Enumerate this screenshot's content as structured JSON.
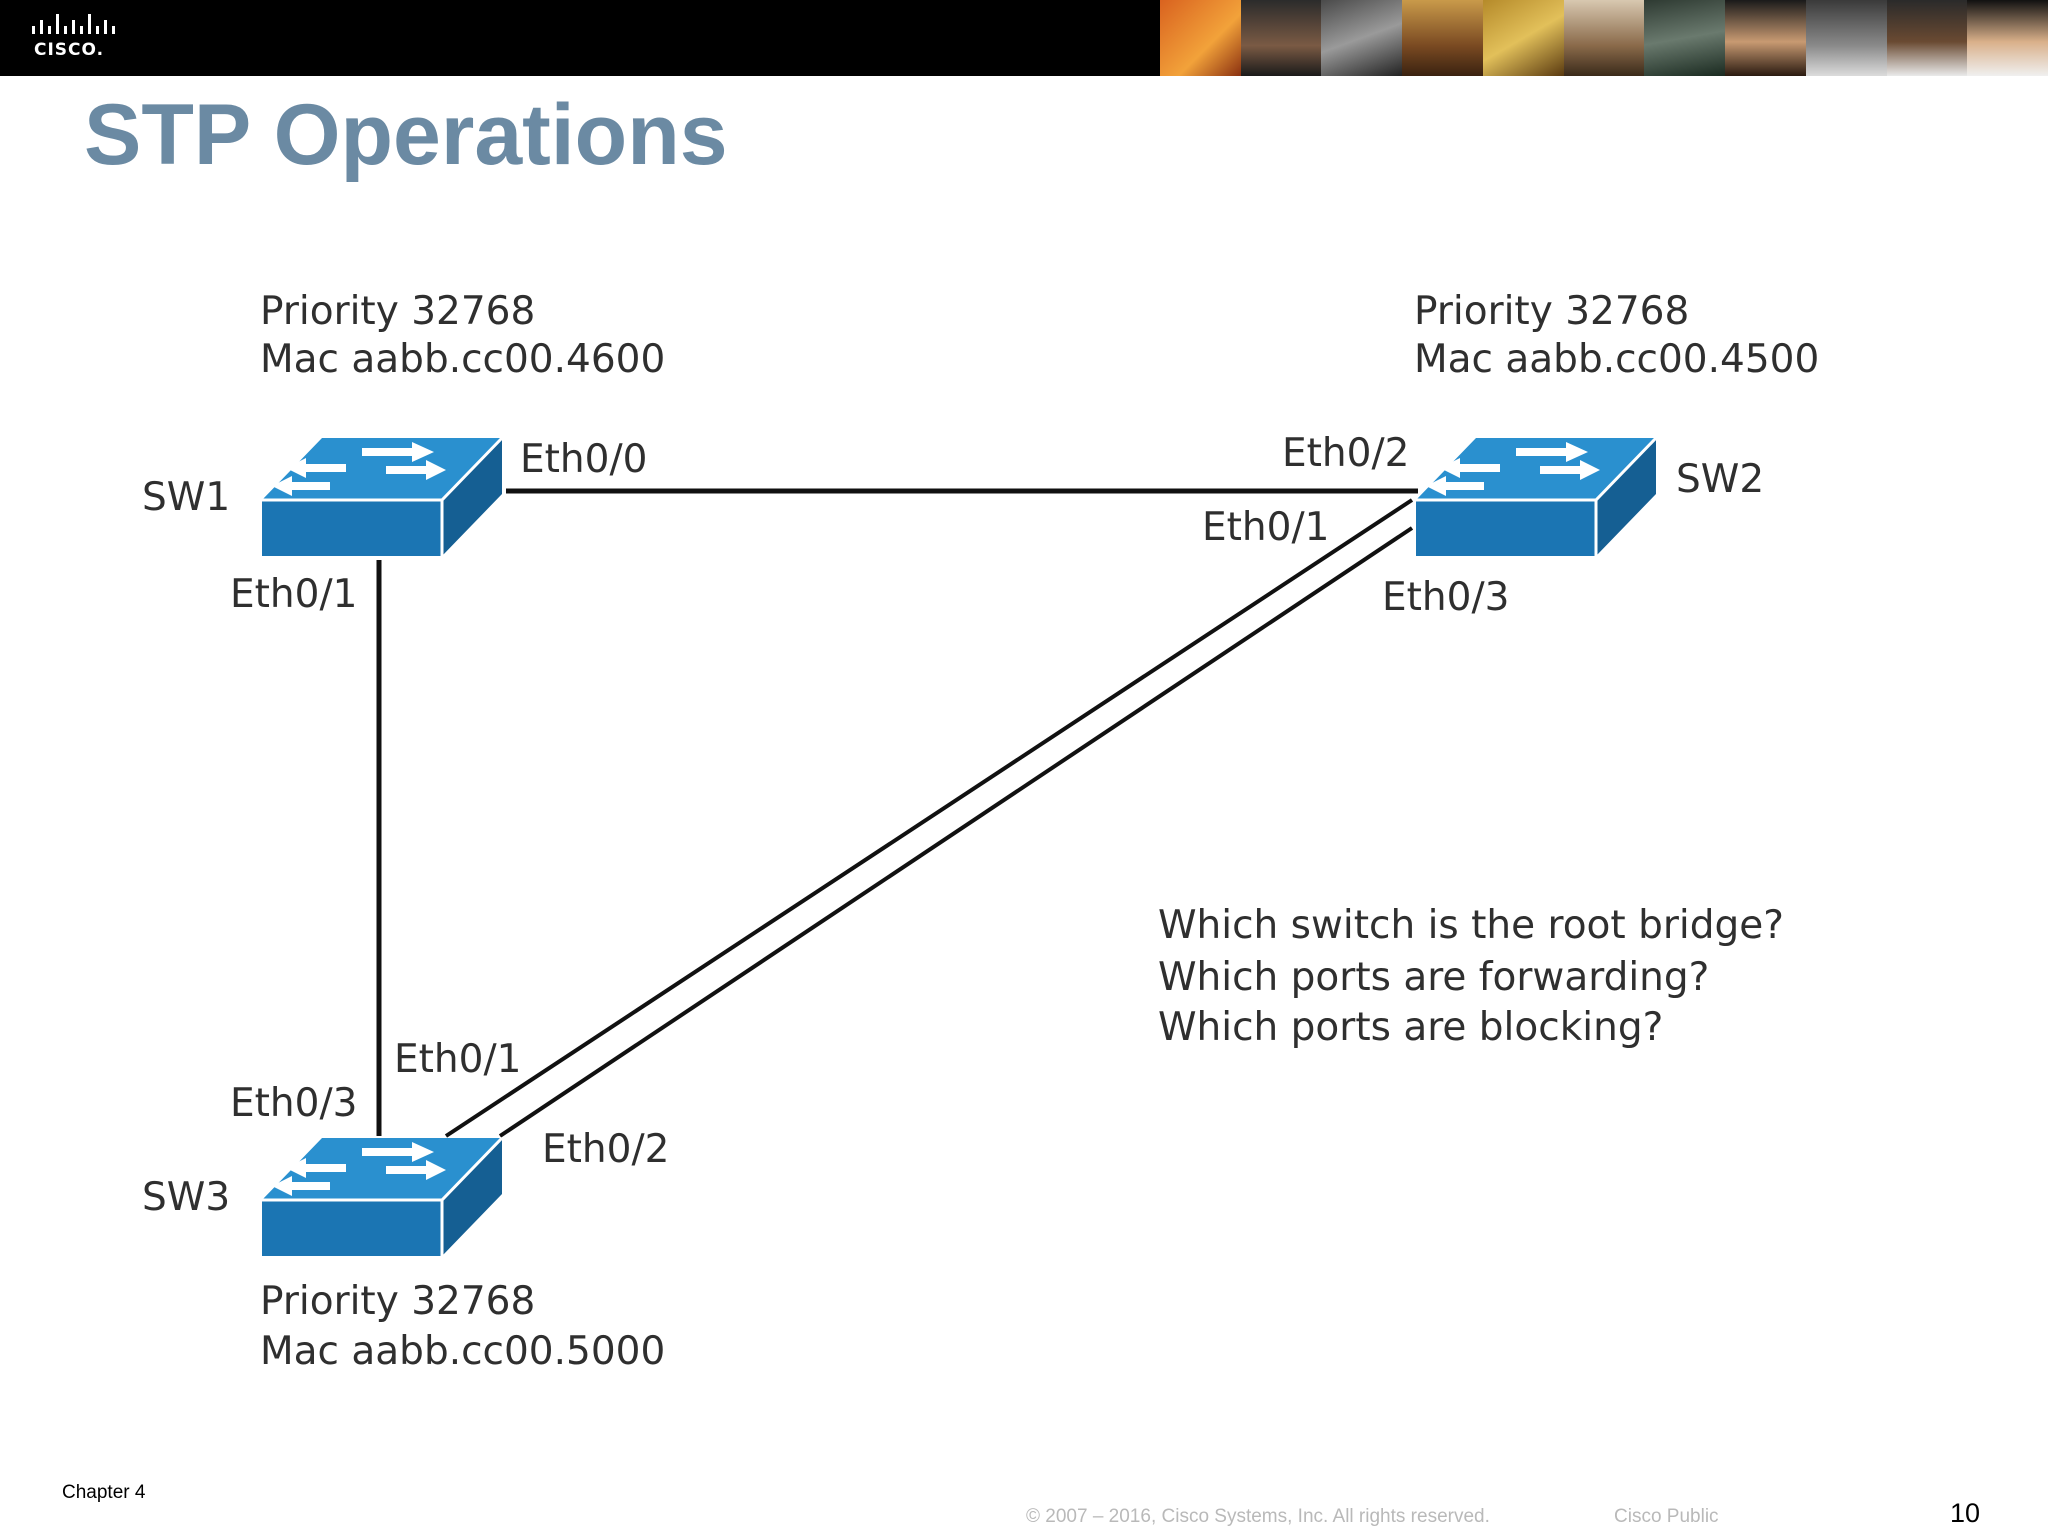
{
  "header": {
    "logo_text": "CISCO.",
    "title": "STP Operations"
  },
  "switches": {
    "sw1": {
      "name": "SW1",
      "priority": "Priority 32768",
      "mac": "Mac aabb.cc00.4600"
    },
    "sw2": {
      "name": "SW2",
      "priority": "Priority 32768",
      "mac": "Mac aabb.cc00.4500"
    },
    "sw3": {
      "name": "SW3",
      "priority": "Priority 32768",
      "mac": "Mac aabb.cc00.5000"
    }
  },
  "ports": {
    "sw1_eth0_0": "Eth0/0",
    "sw1_eth0_1": "Eth0/1",
    "sw2_eth0_2": "Eth0/2",
    "sw2_eth0_1": "Eth0/1",
    "sw2_eth0_3": "Eth0/3",
    "sw3_eth0_1": "Eth0/1",
    "sw3_eth0_3": "Eth0/3",
    "sw3_eth0_2": "Eth0/2"
  },
  "questions": [
    "Which switch is the root bridge?",
    "Which ports are forwarding?",
    "Which ports are blocking?"
  ],
  "footer": {
    "chapter": "Chapter 4",
    "copyright": "© 2007 – 2016, Cisco Systems, Inc. All rights reserved.",
    "classification": "Cisco Public",
    "page": "10"
  },
  "colors": {
    "switch_front": "#1b75b3",
    "switch_top": "#2a90cf",
    "switch_side": "#155f93",
    "title": "#6b8aa3"
  }
}
